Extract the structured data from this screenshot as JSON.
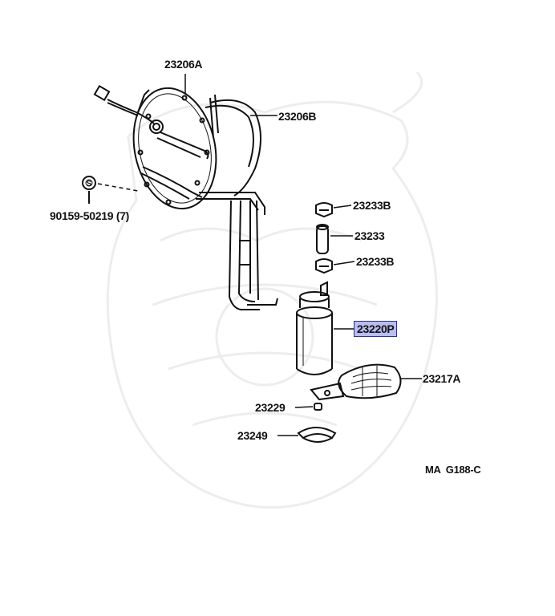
{
  "labels": {
    "fuel_sender_plate": "23206A",
    "fuel_tube_sub_assy": "23206B",
    "screw": "90159-50219",
    "screw_qty": "(7)",
    "screw_symbol": "S",
    "clamp_upper": "23233B",
    "hose": "23233",
    "clamp_lower": "23233B",
    "fuel_pump": "23220P",
    "fuel_filter": "23217A",
    "cushion": "23229",
    "retainer": "23249",
    "figure_code": "MA  G188-C"
  },
  "colors": {
    "line": "#111111",
    "highlight_fill": "#b9bdf0",
    "highlight_border": "#2b2f9c",
    "watermark": "#ededed"
  }
}
